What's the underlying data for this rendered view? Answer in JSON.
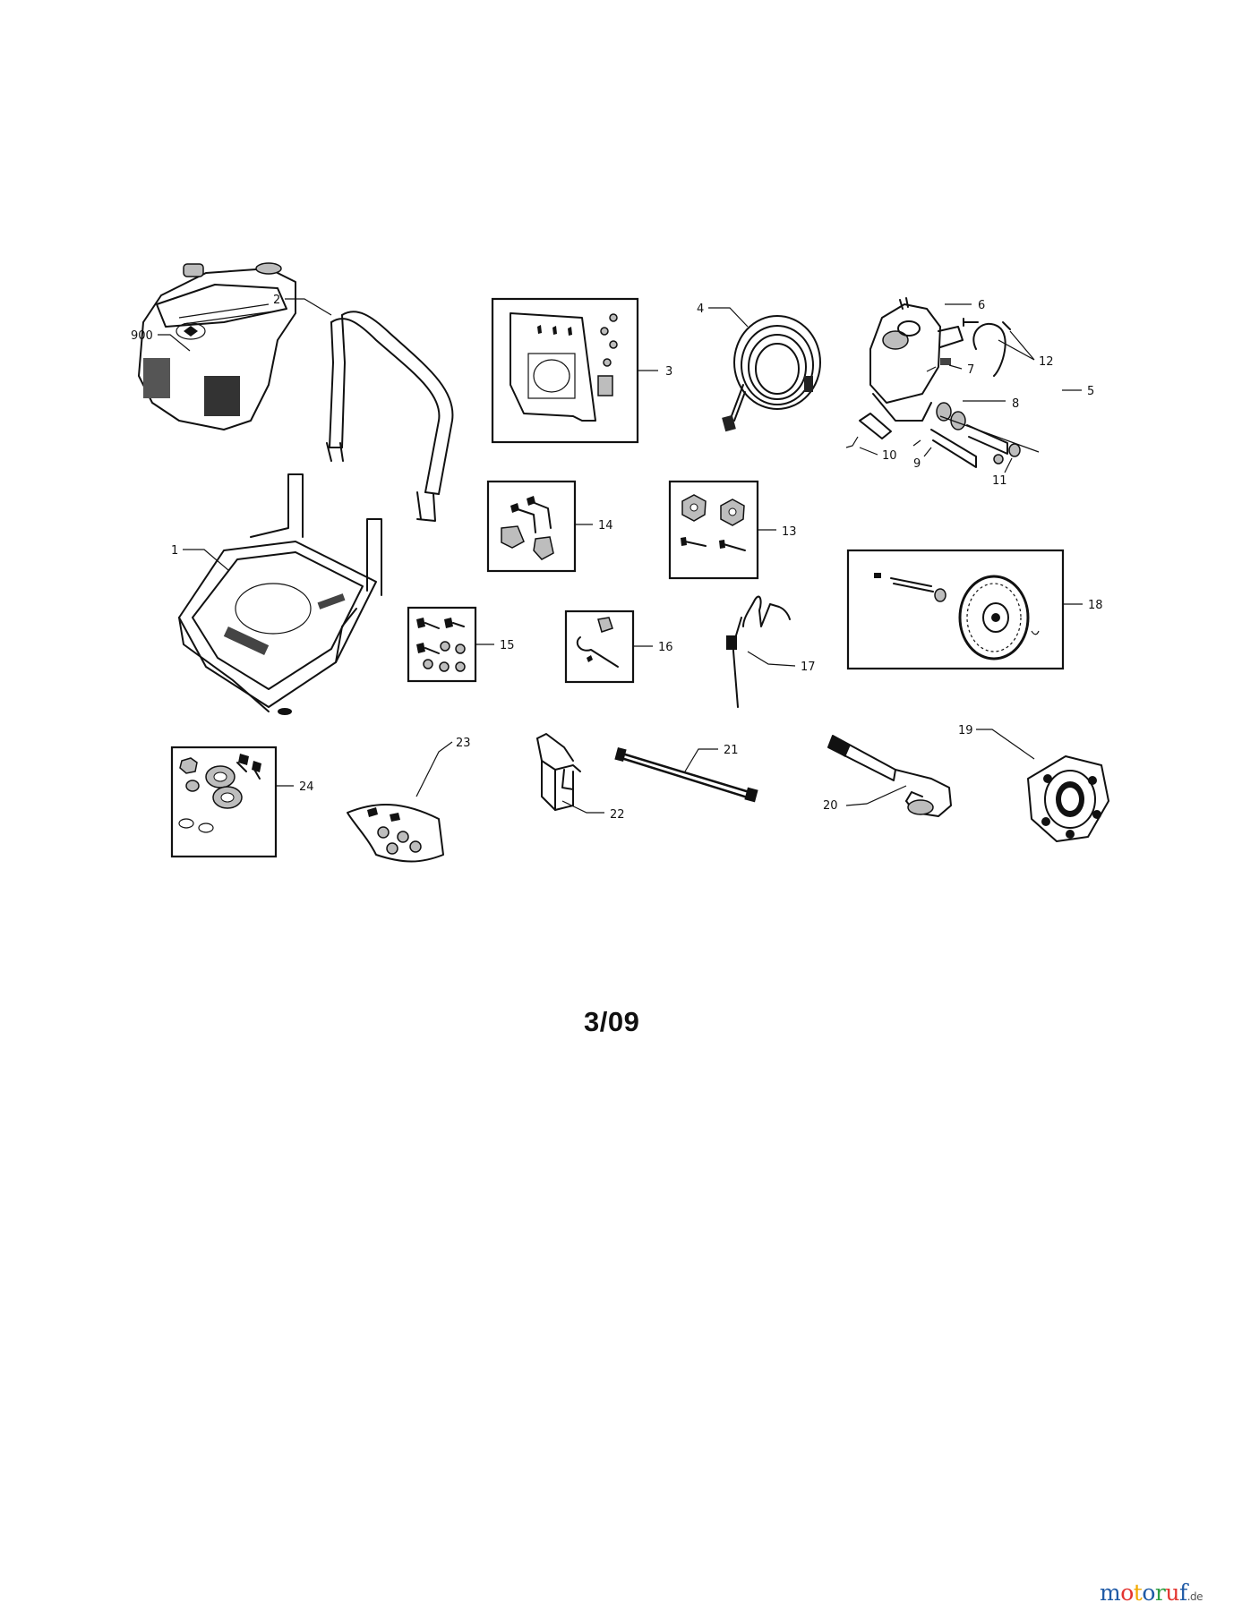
{
  "date_code": "3/09",
  "watermark": {
    "text": "motoruf",
    "suffix": ".de",
    "letters": [
      {
        "ch": "m",
        "color": "#1f5aa6"
      },
      {
        "ch": "o",
        "color": "#e3342f"
      },
      {
        "ch": "t",
        "color": "#f2a900"
      },
      {
        "ch": "o",
        "color": "#1f5aa6"
      },
      {
        "ch": "r",
        "color": "#2e9e44"
      },
      {
        "ch": "u",
        "color": "#e3342f"
      },
      {
        "ch": "f",
        "color": "#1f5aa6"
      }
    ]
  },
  "callouts": {
    "c900": "900",
    "c1": "1",
    "c2": "2",
    "c3": "3",
    "c4": "4",
    "c5": "5",
    "c6": "6",
    "c7": "7",
    "c8": "8",
    "c9": "9",
    "c10": "10",
    "c11": "11",
    "c12": "12",
    "c13": "13",
    "c14": "14",
    "c15": "15",
    "c16": "16",
    "c17": "17",
    "c18": "18",
    "c19": "19",
    "c20": "20",
    "c21": "21",
    "c22": "22",
    "c23": "23",
    "c24": "24"
  }
}
